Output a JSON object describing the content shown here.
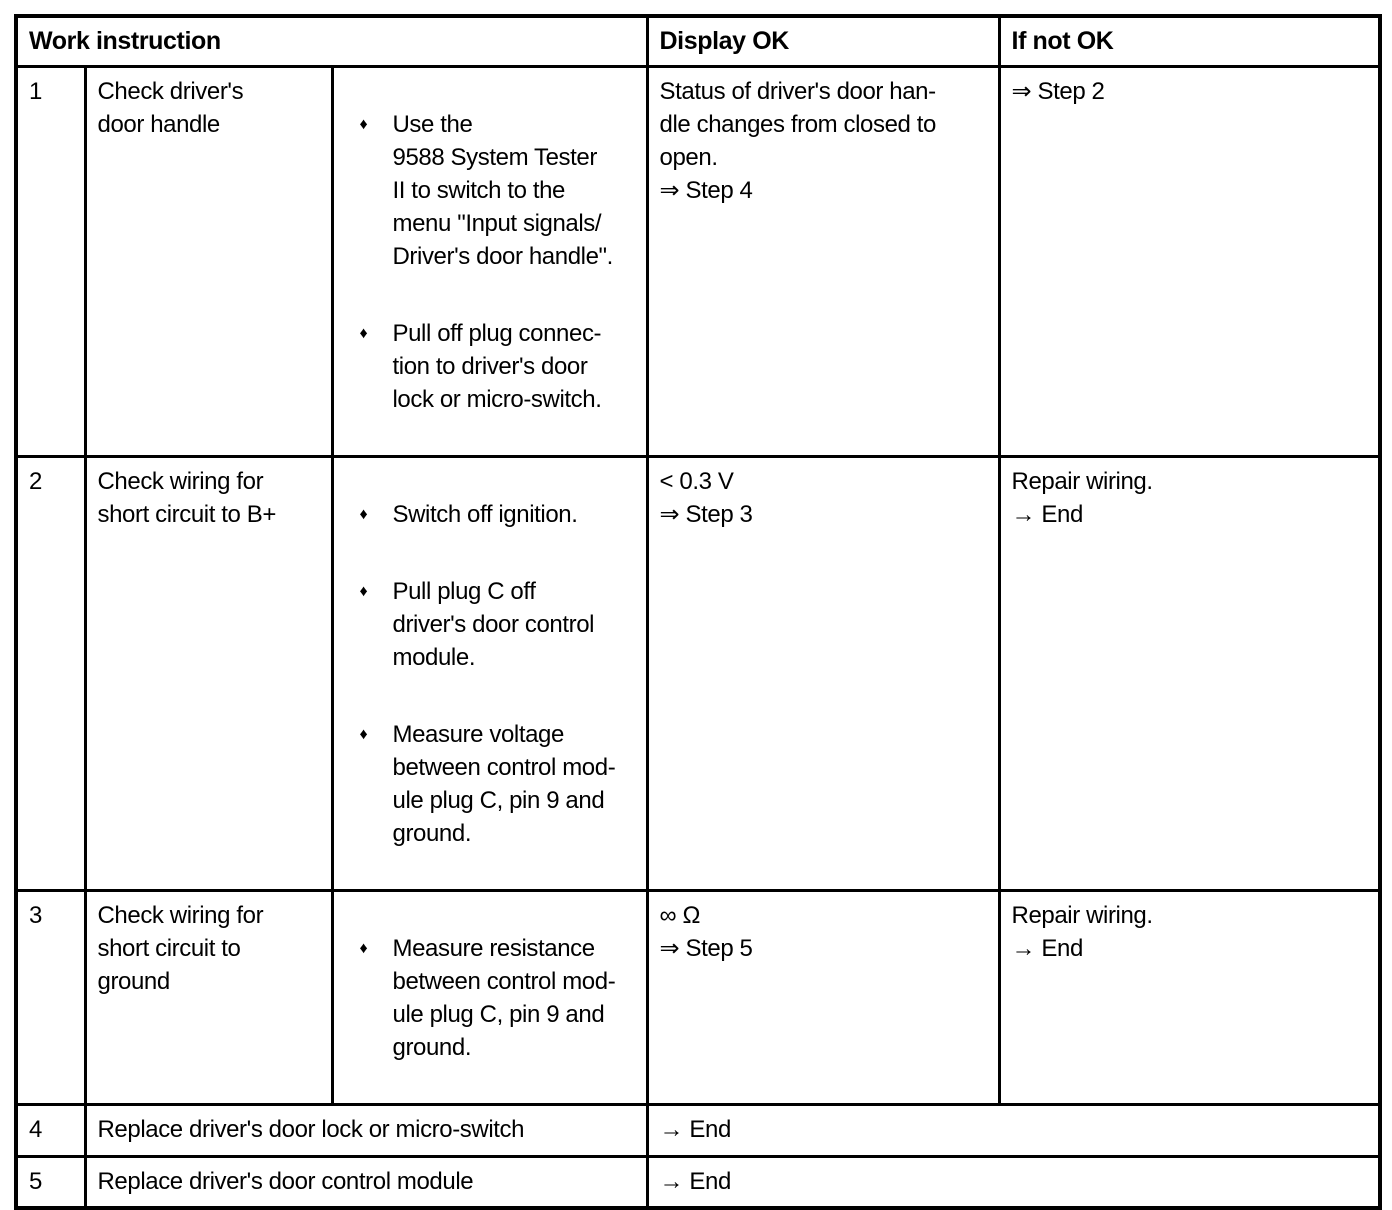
{
  "table": {
    "headers": {
      "work_instruction": "Work instruction",
      "display_ok": "Display OK",
      "if_not_ok": "If not OK"
    },
    "bullet_char": "♦",
    "colors": {
      "text": "#000000",
      "background": "#ffffff",
      "border": "#000000"
    },
    "rows": [
      {
        "num": "1",
        "check": "Check driver's\ndoor handle",
        "bullets": [
          "Use the\n9588 System Tester\nII to switch to the\nmenu \"Input signals/\nDriver's door handle\".",
          "Pull off plug connec-\ntion to driver's door\nlock or micro-switch."
        ],
        "display_ok": "Status of driver's door han-\ndle changes from closed to\nopen.\n⇒ Step 4",
        "if_not_ok": "⇒ Step 2"
      },
      {
        "num": "2",
        "check": "Check wiring for\nshort circuit to B+",
        "bullets": [
          "Switch off ignition.",
          "Pull plug C off\ndriver's door control\nmodule.",
          "Measure voltage\nbetween control mod-\nule plug C, pin 9 and\nground."
        ],
        "display_ok": "< 0.3 V\n⇒ Step 3",
        "if_not_ok": "Repair wiring.\n→ End"
      },
      {
        "num": "3",
        "check": "Check wiring for\nshort circuit to\nground",
        "bullets": [
          "Measure resistance\nbetween control mod-\nule plug C, pin 9 and\nground."
        ],
        "display_ok": "∞ Ω\n⇒ Step 5",
        "if_not_ok": "Repair wiring.\n→ End"
      }
    ],
    "final_rows": [
      {
        "num": "4",
        "desc": "Replace driver's door lock or micro-switch",
        "result": "→ End"
      },
      {
        "num": "5",
        "desc": "Replace driver's door control module",
        "result": "→ End"
      }
    ]
  }
}
